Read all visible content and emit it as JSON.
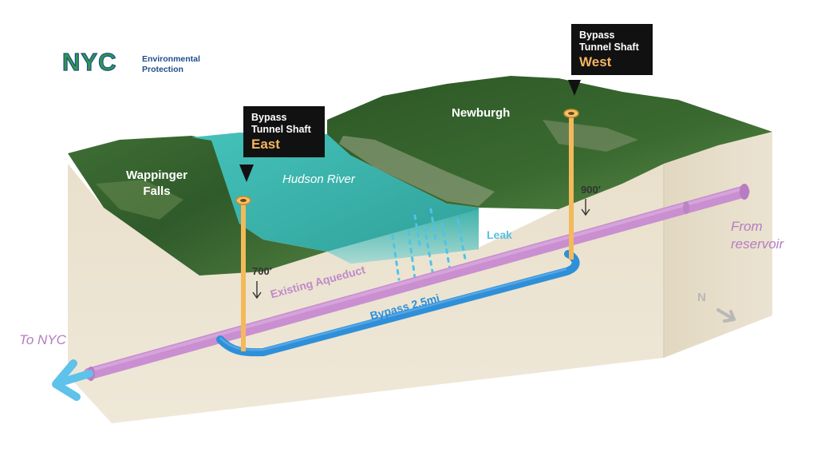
{
  "logo": {
    "mark": "NYC",
    "line1": "Environmental",
    "line2": "Protection"
  },
  "shaft_east": {
    "line1": "Bypass",
    "line2": "Tunnel Shaft",
    "name": "East",
    "depth": "700′"
  },
  "shaft_west": {
    "line1": "Bypass",
    "line2": "Tunnel Shaft",
    "name": "West",
    "depth": "900′"
  },
  "places": {
    "wappinger_1": "Wappinger",
    "wappinger_2": "Falls",
    "newburgh": "Newburgh",
    "river": "Hudson River"
  },
  "labels": {
    "leak": "Leak",
    "aqueduct": "Existing Aqueduct",
    "bypass": "Bypass 2.5mi",
    "to_nyc": "To NYC",
    "from_1": "From",
    "from_2": "reservoir",
    "north": "N"
  },
  "colors": {
    "aqueduct": "#c98fd0",
    "bypass": "#2f8fd8",
    "shaft": "#f3b95a",
    "water": "#3bb8b0",
    "leak": "#4fc3e8",
    "flow_arrow": "#5ec2ea",
    "soil": "#eae2cf",
    "label_purple": "#b57dc0",
    "logo_blue": "#1f4e8a",
    "logo_green": "#2e9a4a"
  },
  "icons": [
    "down-arrow-icon",
    "north-arrow-icon",
    "flow-arrow-icon"
  ]
}
